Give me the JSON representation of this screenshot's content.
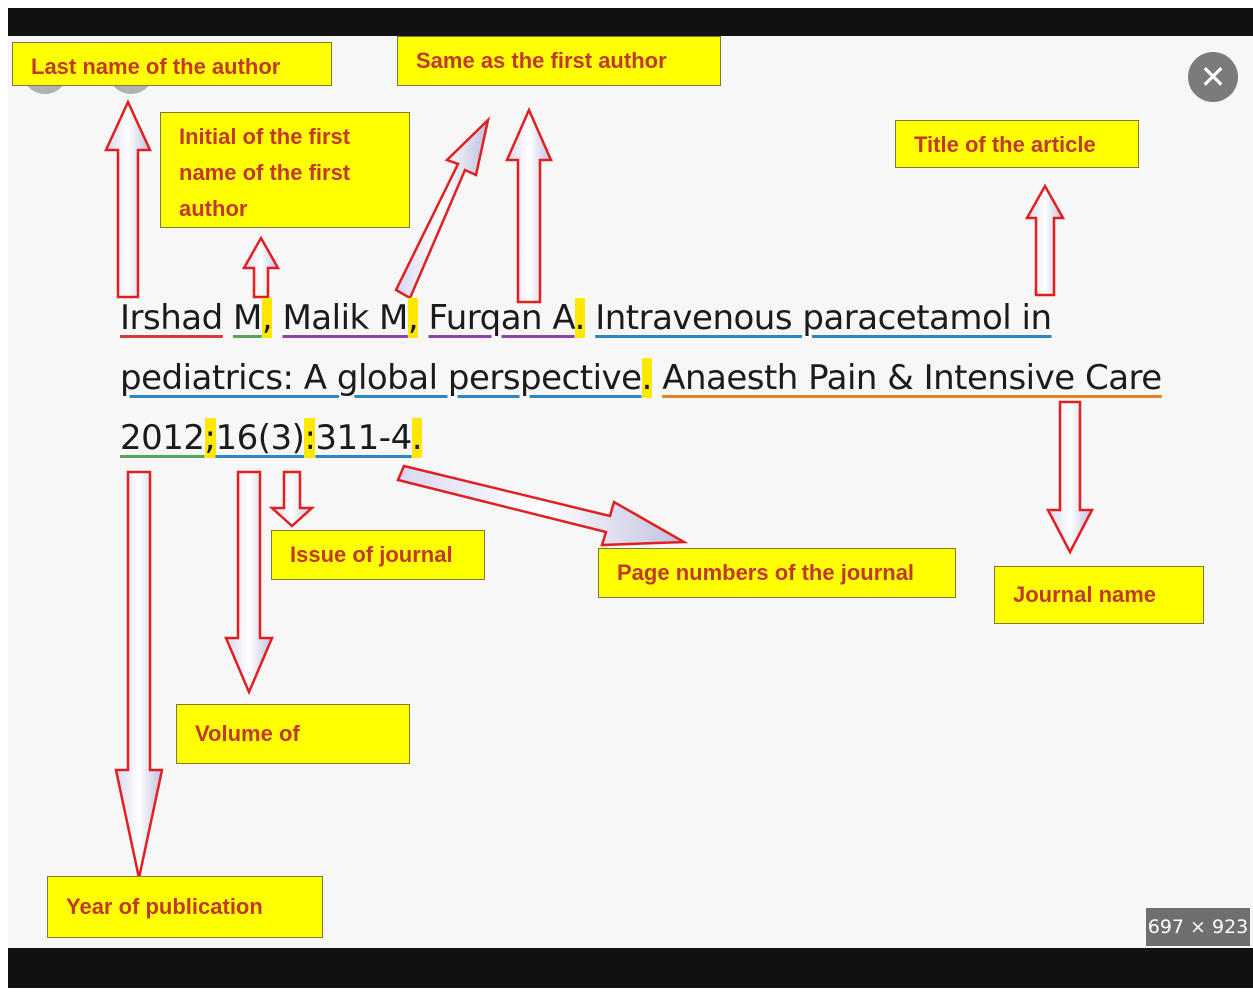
{
  "labels": {
    "last_name": "Last name of the author",
    "same_as_first": "Same as the first author",
    "initial_first": "Initial of the first name of the first author",
    "title_article": "Title of the article",
    "issue": "Issue of journal",
    "page_numbers": "Page numbers of the journal",
    "journal_name": "Journal name",
    "volume": "Volume of",
    "year": "Year of publication"
  },
  "citation": {
    "author1_last": "Irshad",
    "author1_initial": "M",
    "comma1": ",",
    "author2": "Malik M",
    "comma2": ",",
    "author3": "Furqan A",
    "period1": ".",
    "title_line1": "Intravenous paracetamol in",
    "title_line2": "pediatrics: A global perspective",
    "period2": ".",
    "journal": "Anaesth Pain & Intensive Care",
    "year": "2012",
    "semicolon": ";",
    "volume_issue": "16(3)",
    "colon": ":",
    "pages": "311-4",
    "period3": "."
  },
  "viewer": {
    "prev_icon": "chevron-left-icon",
    "next_icon": "chevron-right-icon",
    "close_icon": "close-icon",
    "dimensions": "697 × 923"
  },
  "colors": {
    "label_bg": "#ffff00",
    "label_text": "#c0392b",
    "arrow_fill": "#c9c9e6",
    "arrow_stroke": "#e02020",
    "highlight": "#ffe800"
  }
}
